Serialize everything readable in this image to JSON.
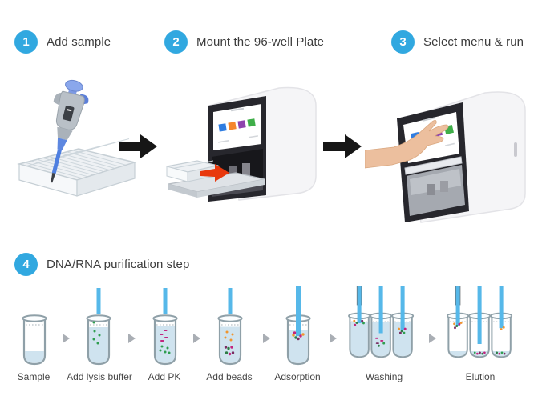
{
  "steps": [
    {
      "number": "1",
      "label": "Add sample"
    },
    {
      "number": "2",
      "label": "Mount the 96-well Plate"
    },
    {
      "number": "3",
      "label": "Select menu & run"
    },
    {
      "number": "4",
      "label": "DNA/RNA purification step"
    }
  ],
  "purification_stages": [
    {
      "label": "Sample"
    },
    {
      "label": "Add lysis buffer"
    },
    {
      "label": "Add PK"
    },
    {
      "label": "Add beads"
    },
    {
      "label": "Adsorption"
    },
    {
      "label": "Washing"
    },
    {
      "label": "Elution"
    }
  ],
  "colors": {
    "step_badge_blue": "#31a8e0",
    "flow_arrow_black": "#161616",
    "stage_arrow_gray": "#a9aeb4",
    "tube_outline": "#8fa0a8",
    "tube_liquid": "#cfe3ef",
    "pipette_rod_blue": "#56b8e9",
    "insert_arrow_red": "#e8380d",
    "bead_green": "#2e9e4f",
    "bead_magenta": "#c2247e",
    "bead_orange": "#f0952f",
    "bead_dark": "#7a2d62",
    "machine_body": "#f5f5f7",
    "machine_bezel": "#27272d",
    "screen_app_icon_colors": [
      "#2f7de1",
      "#f5862c",
      "#8e44ad",
      "#3fae49"
    ]
  }
}
